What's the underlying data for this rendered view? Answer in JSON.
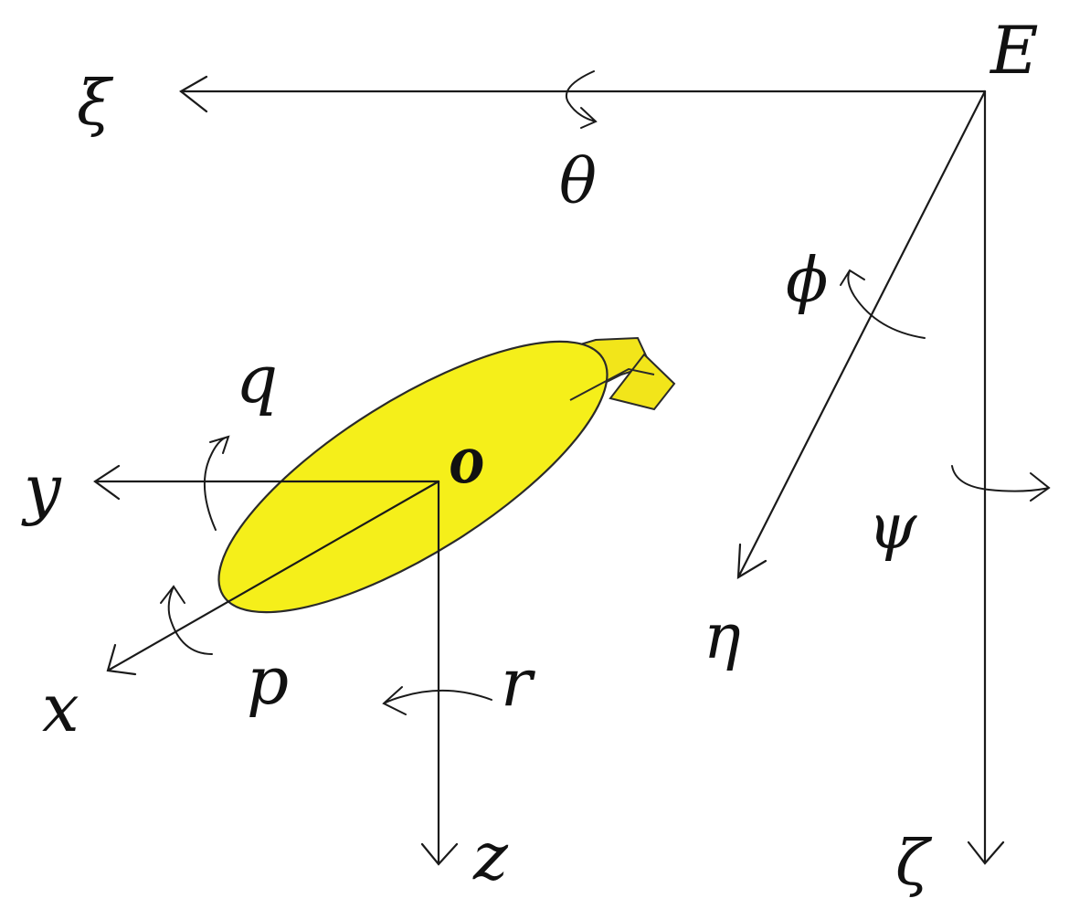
{
  "diagram": {
    "colors": {
      "line": "#1a1a1a",
      "text": "#111111",
      "airship_body": "#f5ef1a",
      "airship_fin": "#f2e51a",
      "outline": "#2a2a2a",
      "background": "#ffffff"
    },
    "labels": {
      "earth_origin": "E",
      "xi": "ξ",
      "eta": "η",
      "zeta": "ζ",
      "theta": "θ",
      "phi": "ϕ",
      "psi": "ψ",
      "body_origin": "o",
      "x": "x",
      "y": "y",
      "z": "z",
      "p": "p",
      "q": "q",
      "r": "r"
    }
  }
}
